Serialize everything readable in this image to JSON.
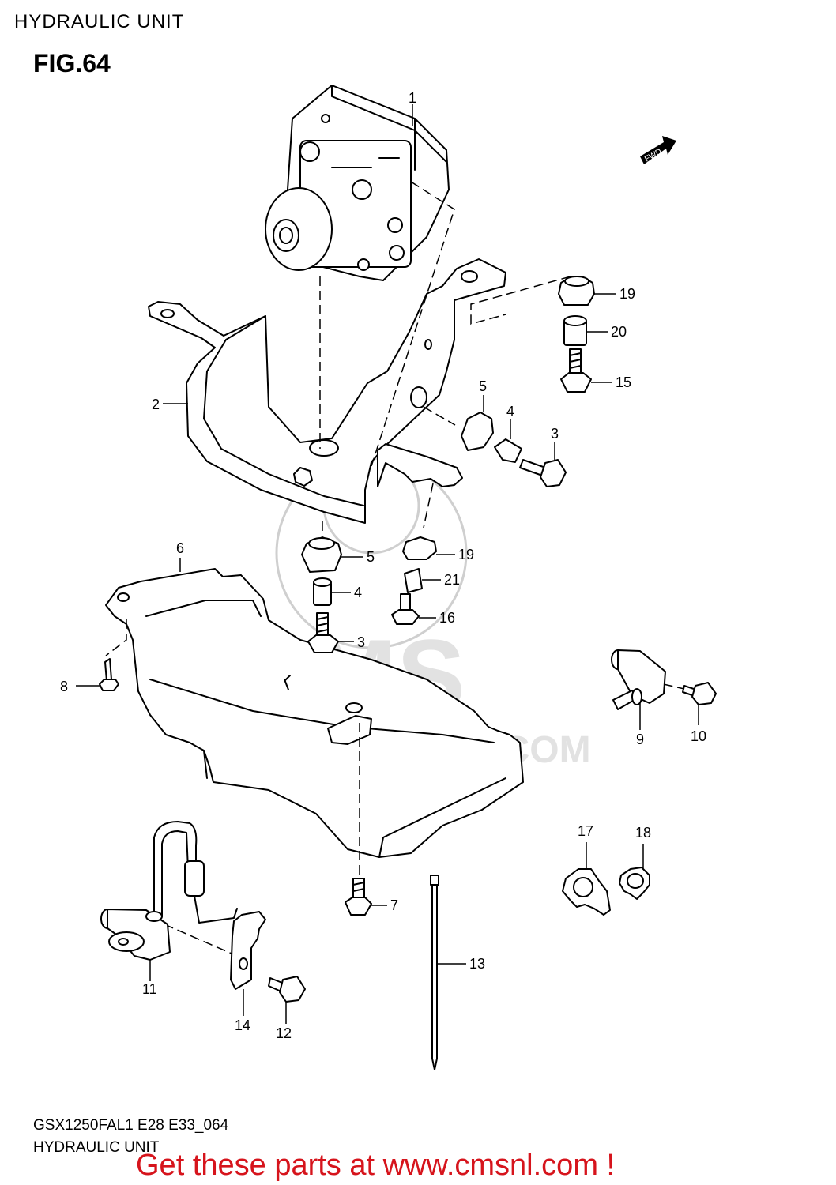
{
  "header": {
    "title": "HYDRAULIC UNIT",
    "figure": "FIG.64"
  },
  "footer": {
    "model_code": "GSX1250FAL1 E28 E33_064",
    "caption": "HYDRAULIC UNIT"
  },
  "promo": {
    "text": "Get these parts at www.cmsnl.com !",
    "color": "#d6141c"
  },
  "watermark": {
    "brand": "CMS",
    "url": "WWW.CMSNL.COM"
  },
  "direction_badge": {
    "text": "FWD"
  },
  "callouts": [
    {
      "id": "c1",
      "label": "1"
    },
    {
      "id": "c2",
      "label": "2"
    },
    {
      "id": "c3a",
      "label": "3"
    },
    {
      "id": "c3b",
      "label": "3"
    },
    {
      "id": "c4a",
      "label": "4"
    },
    {
      "id": "c4b",
      "label": "4"
    },
    {
      "id": "c5a",
      "label": "5"
    },
    {
      "id": "c5b",
      "label": "5"
    },
    {
      "id": "c6",
      "label": "6"
    },
    {
      "id": "c7",
      "label": "7"
    },
    {
      "id": "c8",
      "label": "8"
    },
    {
      "id": "c9",
      "label": "9"
    },
    {
      "id": "c10",
      "label": "10"
    },
    {
      "id": "c11",
      "label": "11"
    },
    {
      "id": "c12",
      "label": "12"
    },
    {
      "id": "c13",
      "label": "13"
    },
    {
      "id": "c14",
      "label": "14"
    },
    {
      "id": "c15",
      "label": "15"
    },
    {
      "id": "c16",
      "label": "16"
    },
    {
      "id": "c17",
      "label": "17"
    },
    {
      "id": "c18",
      "label": "18"
    },
    {
      "id": "c19a",
      "label": "19"
    },
    {
      "id": "c19b",
      "label": "19"
    },
    {
      "id": "c20",
      "label": "20"
    },
    {
      "id": "c21",
      "label": "21"
    }
  ]
}
